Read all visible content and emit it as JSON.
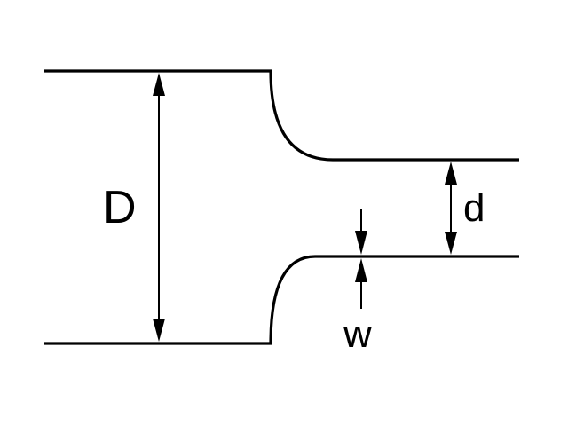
{
  "labels": {
    "D": "D",
    "d": "d",
    "w": "w"
  },
  "colors": {
    "stroke": "#000000",
    "background": "#ffffff"
  }
}
